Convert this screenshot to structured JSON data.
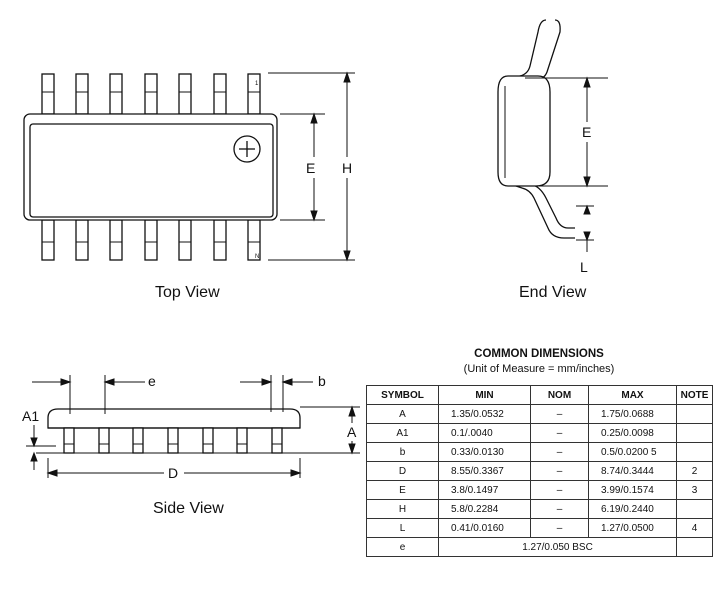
{
  "views": {
    "top": {
      "caption": "Top View",
      "pin1_marker": "1",
      "pinN_marker": "N",
      "label_e": "E",
      "label_h": "H",
      "orientation_mark": "circle-plus-icon"
    },
    "end": {
      "caption": "End View",
      "label_e": "E",
      "label_l": "L"
    },
    "side": {
      "caption": "Side View",
      "label_e": "e",
      "label_b": "b",
      "label_a1": "A1",
      "label_a": "A",
      "label_d": "D"
    }
  },
  "table": {
    "title": "COMMON DIMENSIONS",
    "subtitle": "(Unit of Measure = mm/inches)",
    "headers": [
      "SYMBOL",
      "MIN",
      "NOM",
      "MAX",
      "NOTE"
    ],
    "rows": [
      {
        "symbol": "A",
        "min": "1.35/0.0532",
        "nom": "–",
        "max": "1.75/0.0688",
        "note": ""
      },
      {
        "symbol": "A1",
        "min": "0.1/.0040",
        "nom": "–",
        "max": "0.25/0.0098",
        "note": ""
      },
      {
        "symbol": "b",
        "min": "0.33/0.0130",
        "nom": "–",
        "max": "0.5/0.0200 5",
        "note": ""
      },
      {
        "symbol": "D",
        "min": "8.55/0.3367",
        "nom": "–",
        "max": "8.74/0.3444",
        "note": "2"
      },
      {
        "symbol": "E",
        "min": "3.8/0.1497",
        "nom": "–",
        "max": "3.99/0.1574",
        "note": "3"
      },
      {
        "symbol": "H",
        "min": "5.8/0.2284",
        "nom": "–",
        "max": "6.19/0.2440",
        "note": ""
      },
      {
        "symbol": "L",
        "min": "0.41/0.0160",
        "nom": "–",
        "max": "1.27/0.0500",
        "note": "4"
      }
    ],
    "last_row": {
      "symbol": "e",
      "value": "1.27/0.050 BSC"
    }
  }
}
